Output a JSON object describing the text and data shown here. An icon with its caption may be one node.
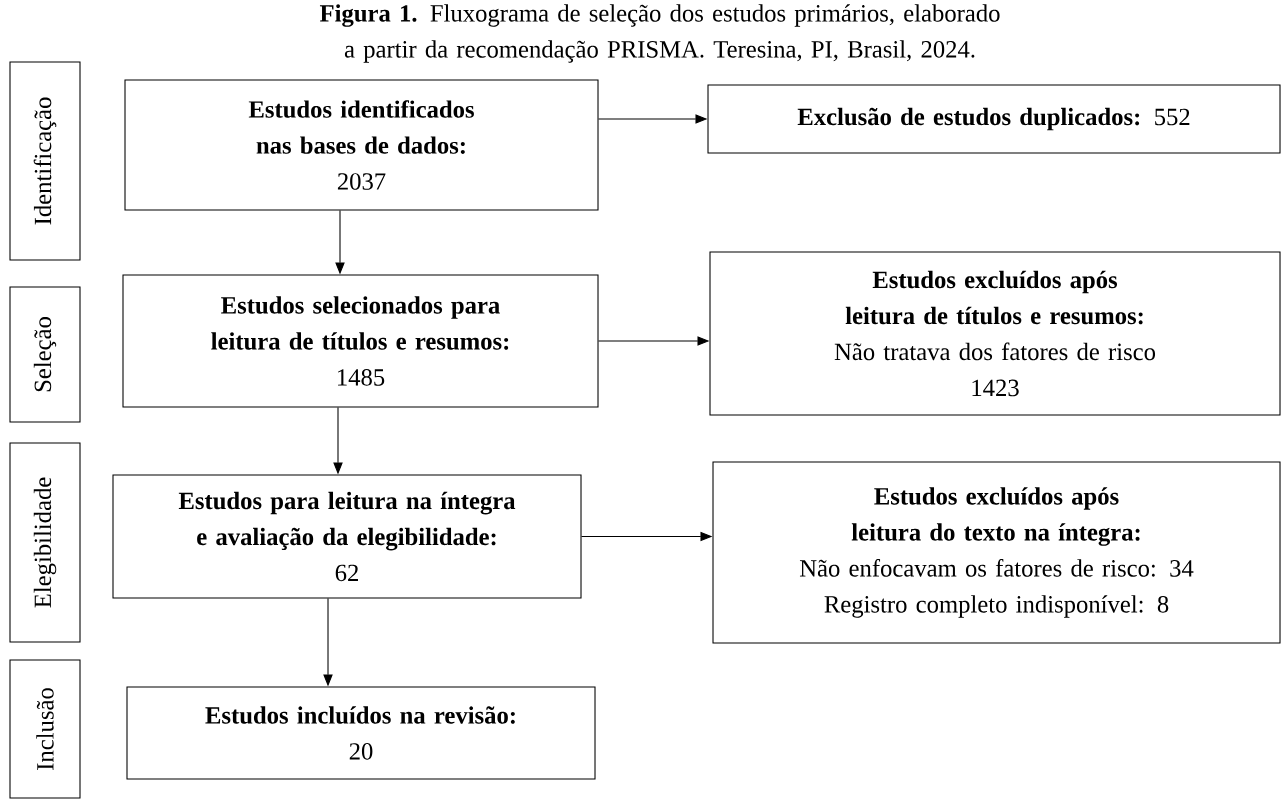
{
  "diagram": {
    "title": "**Figura 1.** Fluxograma de seleção dos estudos primários, elaborado a partir da recomendação PRISMA. Teresina, PI, Brasil, 2024.",
    "nodes": [
      {
        "text": [
          "Identificação"
        ]
      },
      {
        "text": [
          "Estudos identificados nas bases de dados:",
          "2037"
        ]
      },
      {
        "text": [
          "**Exclusão de estudos duplicados:** 552"
        ]
      },
      {
        "text": [
          "Seleção"
        ]
      },
      {
        "text": [
          "Estudos selecionados para leitura de títulos e resumos:",
          "1485"
        ]
      },
      {
        "text": [
          "Estudos excluídos após leitura de títulos e resumos:",
          "Não tratava dos fatores de risco",
          "1423"
        ]
      },
      {
        "text": [
          "Elegibilidade"
        ]
      },
      {
        "text": [
          "Estudos para leitura na íntegra e avaliação da elegibilidade:",
          "62"
        ]
      },
      {
        "text": [
          "Estudos excluídos após leitura do texto na íntegra:",
          "Não enfocavam os fatores de risco: 34",
          "Registro completo indisponível: 8"
        ]
      },
      {
        "text": [
          "Inclusão"
        ]
      },
      {
        "text": [
          "Estudos incluídos na revisão:",
          "20"
        ]
      }
    ],
    "edges": [
      {
        "from": 1,
        "to": 2,
        "arrow": "to"
      },
      {
        "from": 1,
        "to": 4,
        "arrow": "to"
      },
      {
        "from": 4,
        "to": 5,
        "arrow": "to"
      },
      {
        "from": 4,
        "to": 7,
        "arrow": "to"
      },
      {
        "from": 7,
        "to": 8,
        "arrow": "to"
      },
      {
        "from": 7,
        "to": 10,
        "arrow": "to"
      }
    ]
  }
}
